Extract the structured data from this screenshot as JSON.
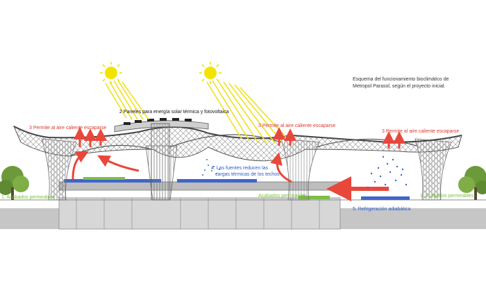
{
  "caption": {
    "line1": "Esquema del funcionamiento bioclimático de",
    "line2": "Metropol Parasol, según el proyecto inicial."
  },
  "labels": {
    "solar_panels": "2 Paneles para energía solar térmica y fotovoltaica",
    "hot_air_left": "3 Permite al aire caliente escaparse",
    "hot_air_center": "3 Permite al aire caliente escaparse",
    "hot_air_right": "3 Permite al aire caliente escaparse",
    "fountains_line1": "4. Las fuentes reducen las",
    "fountains_line2": "cargas térmicas de los techos",
    "permeable_left": "1. Acabados permeables",
    "permeable_center": "Acabados permeables",
    "permeable_right": "1. Acabados permeables",
    "adiabatic": "5. Refrigeración adiabática"
  },
  "colors": {
    "sun": "#f2e400",
    "sun_ray": "#f0e020",
    "hot_air": "#e8483c",
    "label_red": "#e0362a",
    "label_green": "#7bc043",
    "label_blue": "#2a5cc8",
    "label_black": "#111111",
    "structure": "#6a6a6a",
    "ground": "#b9b9b9",
    "tree": "#6c9a3a",
    "water": "#3f66c8"
  },
  "icons": {
    "sun": "sun-icon",
    "tree": "tree-icon",
    "arrow": "arrow-icon"
  }
}
